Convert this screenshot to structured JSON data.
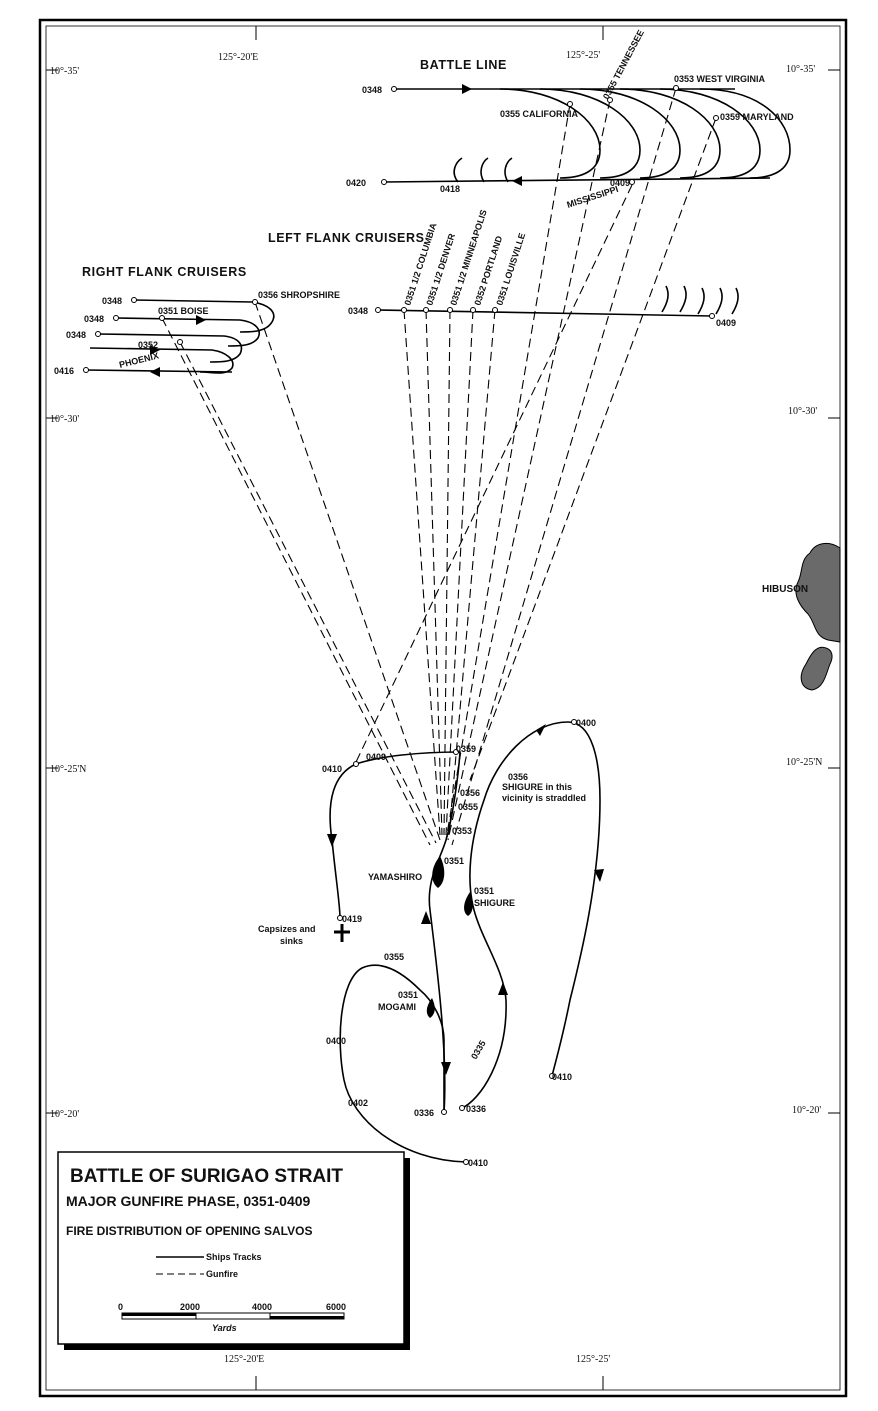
{
  "coords": {
    "lat_1035": "10°-35'",
    "lat_1035_right": "10°-35'",
    "lat_1030": "10°-30'",
    "lat_1030_right": "10°-30'",
    "lat_1025": "10°-25'N",
    "lat_1025_right": "10°-25'N",
    "lat_1020": "10°-20'",
    "lat_1020_right": "10°-20'",
    "lon_12520_top": "125°-20'E",
    "lon_12525_top": "125°-25'",
    "lon_12520_bottom": "125°-20'E",
    "lon_12525_bottom": "125°-25'"
  },
  "groups": {
    "battle_line": "BATTLE LINE",
    "left_flank": "LEFT FLANK CRUISERS",
    "right_flank": "RIGHT FLANK CRUISERS"
  },
  "battle_line": {
    "t0348": "0348",
    "t0420": "0420",
    "t0418": "0418",
    "t0409": "0409",
    "california": "0355 CALIFORNIA",
    "tennessee": "0355 TENNESSEE",
    "west_virginia": "0353 WEST VIRGINIA",
    "maryland": "0359 MARYLAND",
    "mississippi": "MISSISSIPPI"
  },
  "left_flank": {
    "t0348": "0348",
    "t0409": "0409",
    "columbia": "0351 1/2 COLUMBIA",
    "denver": "0351 1/2 DENVER",
    "minneapolis": "0351 1/2 MINNEAPOLIS",
    "portland": "0352 PORTLAND",
    "louisville": "0351 LOUISVILLE"
  },
  "right_flank": {
    "t0348a": "0348",
    "t0348b": "0348",
    "t0348c": "0348",
    "t0416": "0416",
    "boise": "0351 BOISE",
    "shropshire": "0356 SHROPSHIRE",
    "phoenix_time": "0352",
    "phoenix": "PHOENIX"
  },
  "island": "HIBUSON",
  "enemy": {
    "yamashiro": "YAMASHIRO",
    "shigure": "SHIGURE",
    "mogami": "MOGAMI",
    "capsizes": "Capsizes and",
    "sinks": "sinks",
    "shigure_note1": "0356",
    "shigure_note2": "SHIGURE in this",
    "shigure_note3": "vicinity is straddled",
    "t0409": "0409",
    "t0410a": "0410",
    "t0359": "0359",
    "t0356": "0356",
    "t0355": "0355",
    "t0353": "0353",
    "t0351y": "0351",
    "t0419": "0419",
    "t0351s": "0351",
    "t0400a": "0400",
    "t0410b": "0410",
    "t0336a": "0336",
    "t0336b": "0336",
    "t0335": "0335",
    "t0355m": "0355",
    "t0351m": "0351",
    "t0400m": "0400",
    "t0402": "0402",
    "t0410m": "0410"
  },
  "legend": {
    "title": "BATTLE OF SURIGAO STRAIT",
    "subtitle": "MAJOR GUNFIRE PHASE, 0351-0409",
    "subtitle2": "FIRE DISTRIBUTION OF OPENING SALVOS",
    "tracks": "Ships Tracks",
    "gunfire": "Gunfire",
    "scale_0": "0",
    "scale_2000": "2000",
    "scale_4000": "4000",
    "scale_6000": "6000",
    "yards": "Yards"
  }
}
